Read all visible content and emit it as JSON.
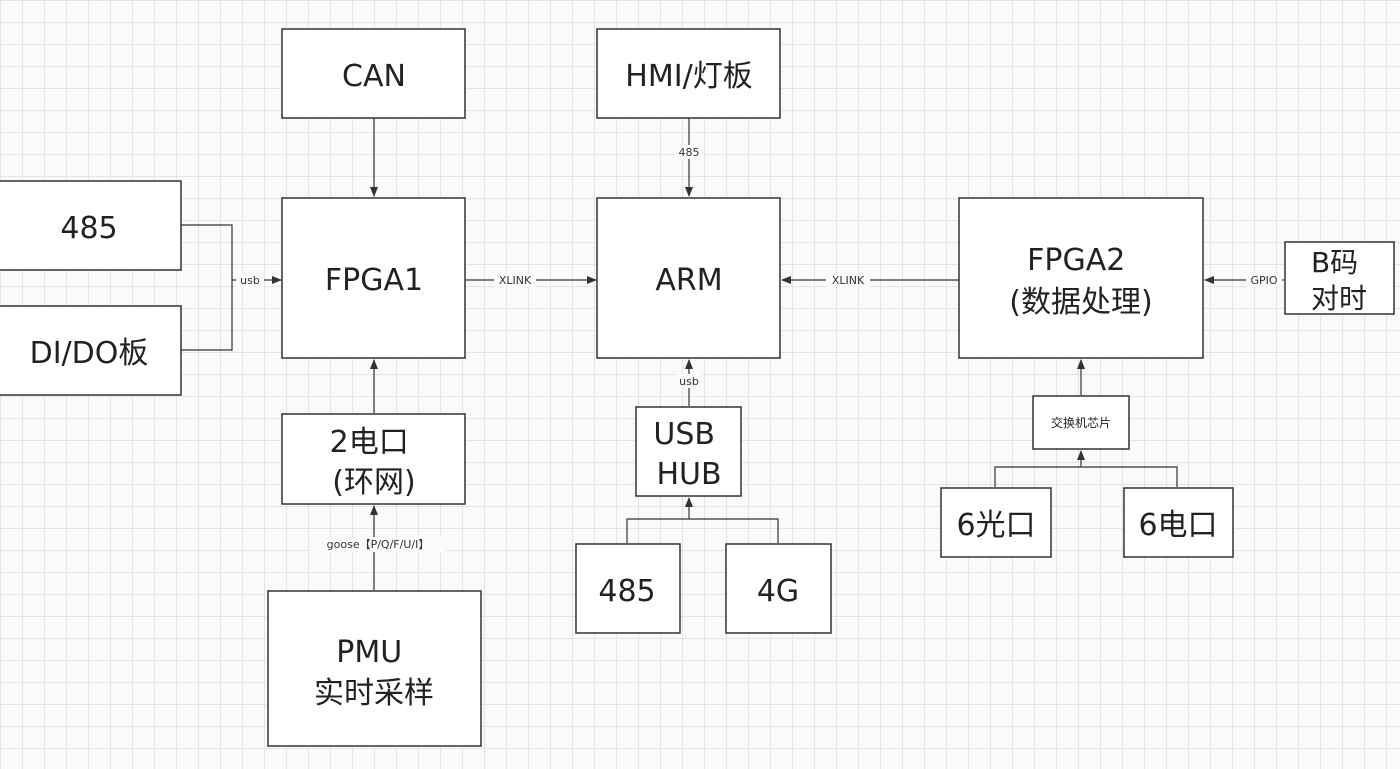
{
  "nodes": {
    "can": {
      "lines": [
        "CAN"
      ]
    },
    "hmi": {
      "lines": [
        "HMI/灯板"
      ]
    },
    "rs485_left": {
      "lines": [
        "485"
      ]
    },
    "didoboard": {
      "lines": [
        "DI/DO板"
      ]
    },
    "fpga1": {
      "lines": [
        "FPGA1"
      ]
    },
    "arm": {
      "lines": [
        "ARM"
      ]
    },
    "fpga2": {
      "lines": [
        "FPGA2",
        "(数据处理)"
      ]
    },
    "bcode": {
      "lines": [
        "B码",
        "对时"
      ]
    },
    "eth2": {
      "lines": [
        "2电口",
        "(环网)"
      ]
    },
    "usbhub": {
      "lines": [
        "USB",
        "HUB"
      ]
    },
    "switch_chip": {
      "lines": [
        "交换机芯片"
      ]
    },
    "pmu": {
      "lines": [
        "PMU",
        "实时采样"
      ]
    },
    "rs485_bottom": {
      "lines": [
        "485"
      ]
    },
    "lte4g": {
      "lines": [
        "4G"
      ]
    },
    "optical6": {
      "lines": [
        "6光口"
      ]
    },
    "eth6": {
      "lines": [
        "6电口"
      ]
    }
  },
  "edges": {
    "hmi_arm": "485",
    "left_fpga1": "usb",
    "fpga1_arm": "XLINK",
    "fpga2_arm": "XLINK",
    "bcode_fpga2": "GPIO",
    "hub_arm": "usb",
    "pmu_eth2": "goose【P/Q/F/U/I】"
  }
}
